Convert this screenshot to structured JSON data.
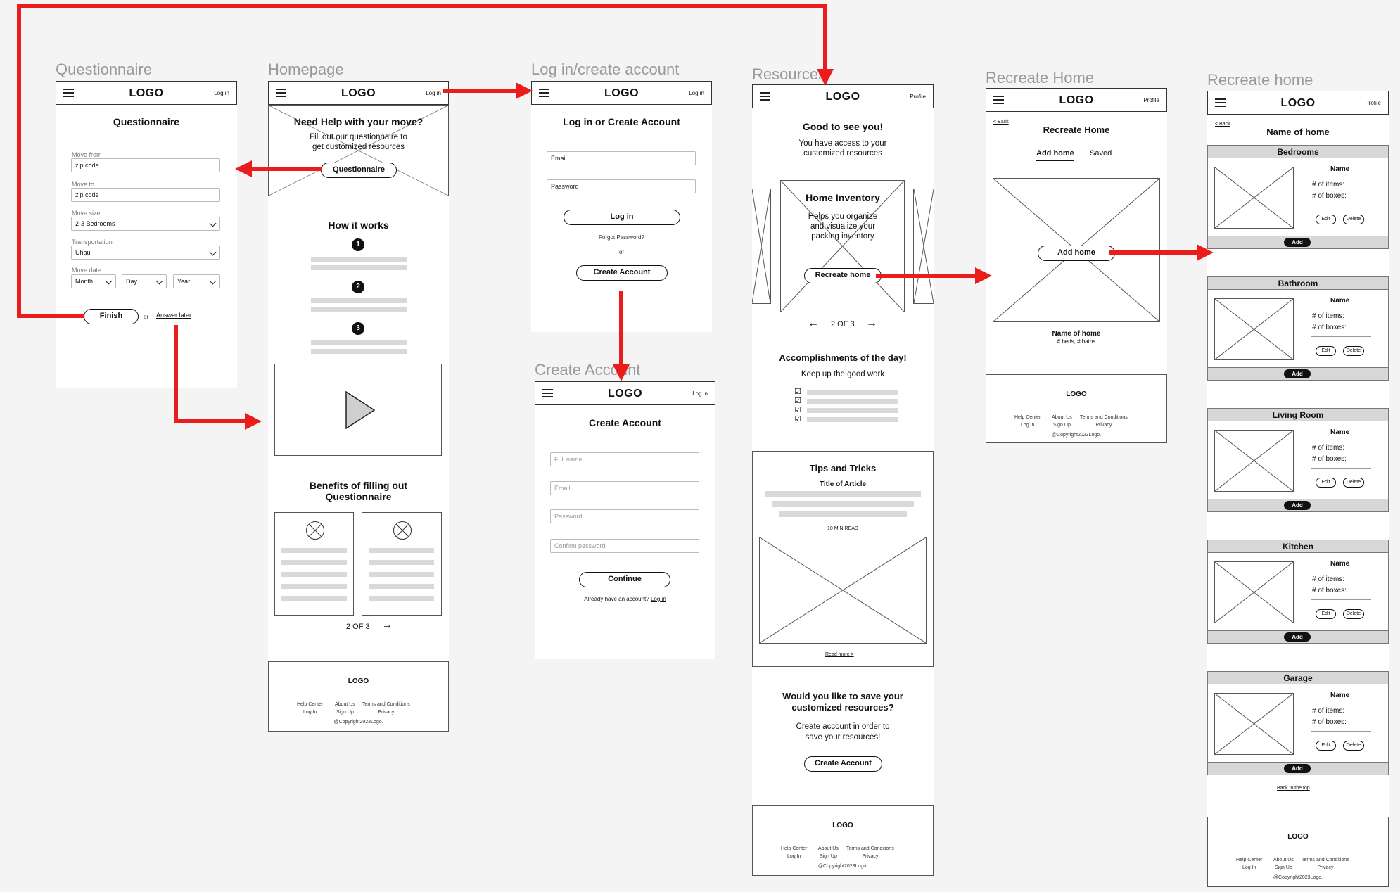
{
  "frames": {
    "questionnaire": "Questionnaire",
    "homepage": "Homepage",
    "login": "Log in/create account",
    "create": "Create Account",
    "resources": "Resources",
    "recreate1": "Recreate Home",
    "recreate2": "Recreate home"
  },
  "common": {
    "logo": "LOGO",
    "login_link": "Log in",
    "profile_link": "Profile",
    "back": "< Back",
    "footer": {
      "logo": "LOGO",
      "col1": [
        "Help Center",
        "Log In"
      ],
      "col2": [
        "About Us",
        "Sign Up"
      ],
      "col3": [
        "Terms and Conditions",
        "Privacy"
      ],
      "copyright": "@Copyright2023Logo."
    }
  },
  "questionnaire": {
    "title": "Questionnaire",
    "move_from_label": "Move from",
    "move_from_value": "zip code",
    "move_to_label": "Move to",
    "move_to_value": "zip code",
    "move_size_label": "Move size",
    "move_size_value": "2-3 Bedrooms",
    "transport_label": "Transportation",
    "transport_value": "Uhaul",
    "move_date_label": "Move date",
    "month": "Month",
    "day": "Day",
    "year": "Year",
    "finish": "Finish",
    "or": "or",
    "answer_later": "Answer later"
  },
  "homepage": {
    "hero_title": "Need Help with your move?",
    "hero_sub1": "Fill out our questionnaire to",
    "hero_sub2": "get customized resources",
    "hero_button": "Questionnaire",
    "how_title": "How it works",
    "steps": [
      "1",
      "2",
      "3"
    ],
    "benefits_line1": "Benefits of filling out",
    "benefits_line2": "Questionnaire",
    "pager": "2 OF 3"
  },
  "login": {
    "title": "Log in or Create Account",
    "email": "Email",
    "password": "Password",
    "login_button": "Log in",
    "forgot": "Forgot Password?",
    "or": "or",
    "create_button": "Create Account"
  },
  "create": {
    "title": "Create Account",
    "full_name": "Full name",
    "email": "Email",
    "password": "Password",
    "confirm": "Confirm password",
    "continue": "Continue",
    "already": "Already have an account?",
    "login_link": "Log in"
  },
  "resources": {
    "greeting": "Good to see you!",
    "sub1": "You have access to your",
    "sub2": "customized resources",
    "card_title": "Home Inventory",
    "card_sub1": "Helps you organize",
    "card_sub2": "and visualize your",
    "card_sub3": "packing inventory",
    "card_button": "Recreate home",
    "pager": "2 OF 3",
    "acc_title": "Accomplishments of the day!",
    "acc_sub": "Keep up the good work",
    "tips_title": "Tips and Tricks",
    "article_title": "Title of Article",
    "read_time": "10 MIN READ",
    "read_more": "Read more >",
    "save_q1": "Would you like to save your",
    "save_q2": "customized resources?",
    "save_sub1": "Create account in order to",
    "save_sub2": "save your resources!",
    "save_button": "Create Account"
  },
  "recreate1": {
    "title": "Recreate Home",
    "tab_add": "Add home",
    "tab_saved": "Saved",
    "add_button": "Add home",
    "home_name": "Name of home",
    "home_meta": "# beds, # baths"
  },
  "recreate2": {
    "title": "Name of home",
    "item_name": "Name",
    "items_label": "# of items:",
    "boxes_label": "# of boxes:",
    "edit": "Edit",
    "delete": "Delete",
    "add": "Add",
    "rooms": [
      "Bedrooms",
      "Bathroom",
      "Living  Room",
      "Kitchen",
      "Garage"
    ],
    "back_top": "Back to the top"
  },
  "colors": {
    "arrow": "#ea1c1c",
    "placeholder_bar": "#d9d9d9"
  }
}
